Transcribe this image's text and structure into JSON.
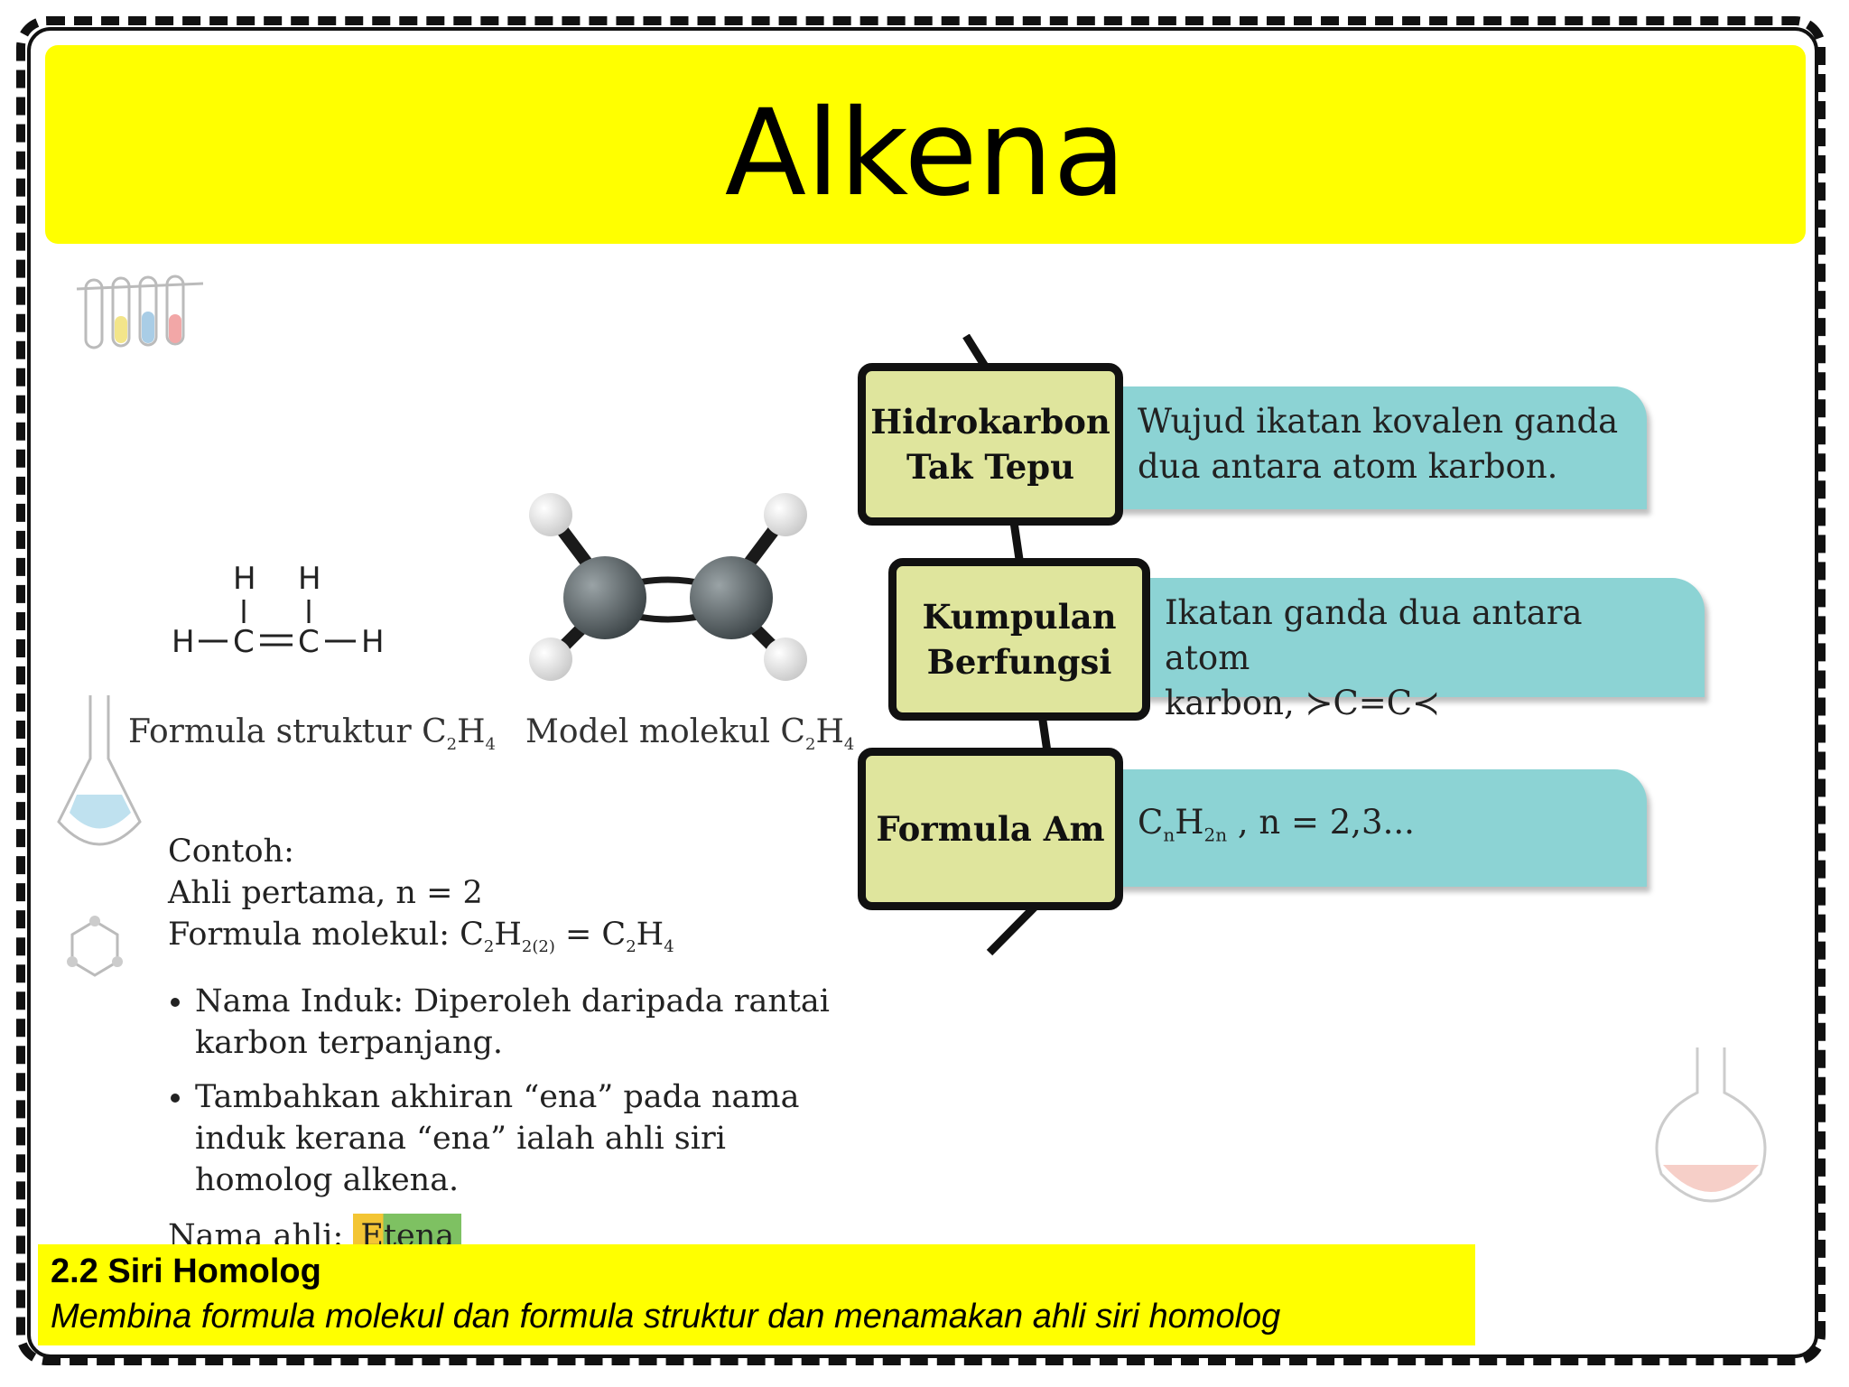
{
  "title": "Alkena",
  "left": {
    "struct_formula_lines": [
      "H   H",
      "|   |",
      "H—C═C—H"
    ],
    "struct_caption": {
      "text": "Formula struktur C",
      "sub1": "2",
      "mid": "H",
      "sub2": "4"
    },
    "model_caption": {
      "text": "Model molekul C",
      "sub1": "2",
      "mid": "H",
      "sub2": "4"
    },
    "example_label": "Contoh:",
    "first_member": "Ahli  pertama, n = 2",
    "molecular_formula": {
      "label": "Formula molekul:  C",
      "s1": "2",
      "h": "H",
      "s2": "2(2)",
      "eq": " = C",
      "s3": "2",
      "h2": "H",
      "s4": "4"
    },
    "bullets": [
      "Nama Induk: Diperoleh daripada rantai karbon terpanjang.",
      "Tambahkan akhiran “ena” pada nama induk kerana “ena” ialah ahli siri homolog alkena."
    ],
    "member_label": "Nama ahli:",
    "member_name": "Etena"
  },
  "concepts": [
    {
      "label_line1": "Hidrokarbon",
      "label_line2": "Tak Tepu",
      "info_line1": "Wujud ikatan kovalen ganda",
      "info_line2": "dua antara atom karbon."
    },
    {
      "label_line1": "Kumpulan",
      "label_line2": "Berfungsi",
      "info_line1": "Ikatan ganda dua antara atom",
      "info_line2": "karbon, ≻C=C≺"
    },
    {
      "label_line1": "Formula Am",
      "info_main": "C",
      "info_sub1": "n",
      "info_mid": "H",
      "info_sub2": "2n",
      "info_tail": " ,  n = 2,3..."
    }
  ],
  "footer": {
    "title": "2.2 Siri Homolog",
    "subtitle": "Membina formula molekul dan formula struktur dan menamakan ahli siri homolog"
  },
  "colors": {
    "yellow": "#ffff00",
    "box_green": "#dfe59d",
    "info_teal": "#8cd3d4",
    "atom_carbon": "#4b5356",
    "atom_hydrogen": "#eeeeee"
  }
}
